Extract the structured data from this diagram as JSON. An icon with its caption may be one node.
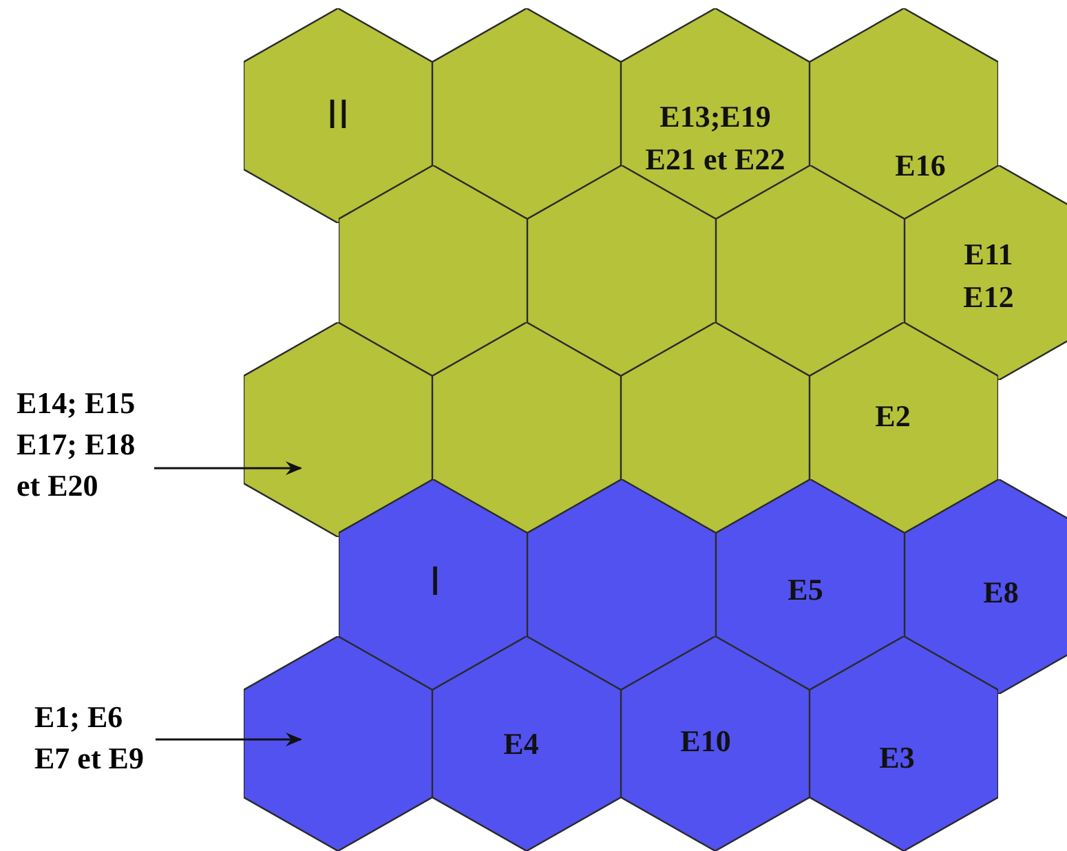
{
  "diagram": {
    "nodes": [
      {
        "text": [
          "II"
        ]
      },
      {
        "text": [],
        "shape": "hexagon"
      },
      {
        "text": [
          "E13;E19 E21 et E22"
        ]
      },
      {
        "text": [
          "E16"
        ]
      },
      {
        "text": [],
        "shape": "hexagon"
      },
      {
        "text": [],
        "shape": "hexagon"
      },
      {
        "text": [],
        "shape": "hexagon"
      },
      {
        "text": [
          "E11 E12"
        ]
      },
      {
        "text": [
          "E14; E15 E17; E18 et E20"
        ]
      },
      {
        "text": [],
        "shape": "hexagon"
      },
      {
        "text": [],
        "shape": "hexagon"
      },
      {
        "text": [],
        "shape": "hexagon"
      },
      {
        "text": [
          "E2"
        ]
      },
      {
        "text": [
          "I"
        ]
      },
      {
        "text": [],
        "shape": "hexagon"
      },
      {
        "text": [
          "E5"
        ]
      },
      {
        "text": [
          "E8"
        ]
      },
      {
        "text": [
          "E1; E6 E7 et E9"
        ]
      },
      {
        "text": [],
        "shape": "hexagon"
      },
      {
        "text": [
          "E4"
        ]
      },
      {
        "text": [
          "E10"
        ]
      },
      {
        "text": [
          "E3"
        ]
      }
    ],
    "edges": [
      {
        "from": 8,
        "to": 9,
        "arrow": "to"
      },
      {
        "from": 17,
        "to": 18,
        "arrow": "to"
      }
    ]
  }
}
